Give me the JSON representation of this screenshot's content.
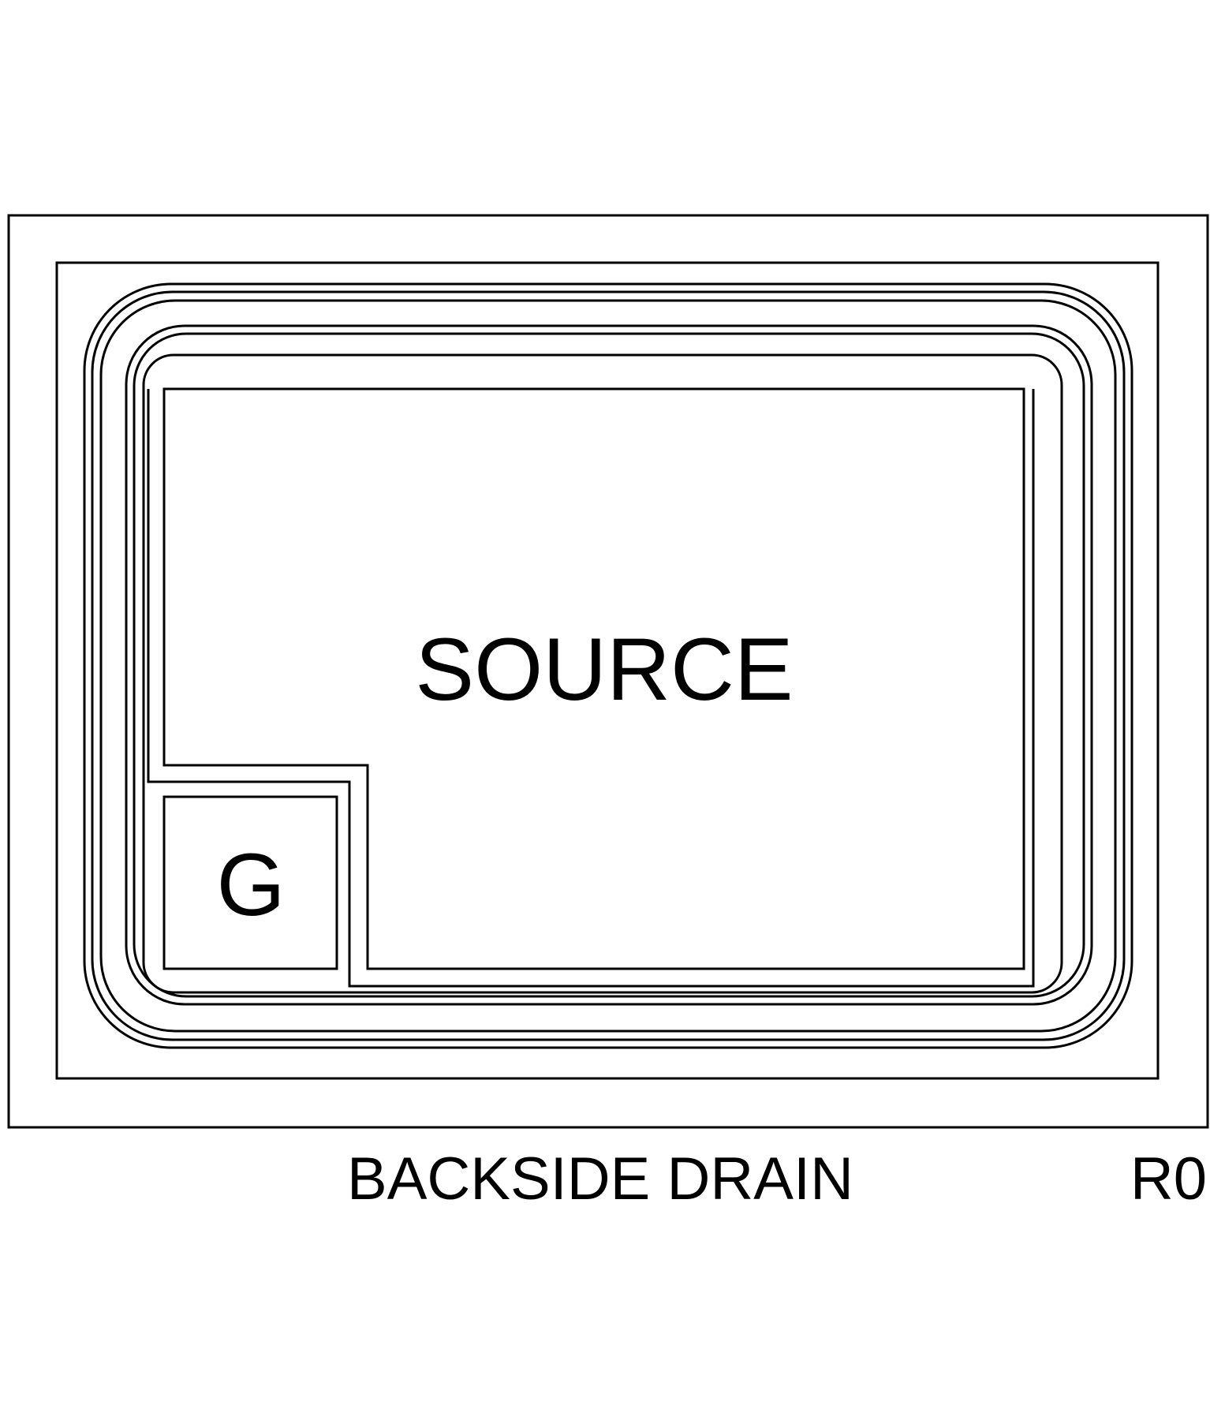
{
  "diagram": {
    "source_label": "SOURCE",
    "gate_label": "G",
    "bottom_label": "BACKSIDE DRAIN",
    "revision_label": "R0",
    "line_color": "#000000",
    "background_color": "#ffffff"
  }
}
